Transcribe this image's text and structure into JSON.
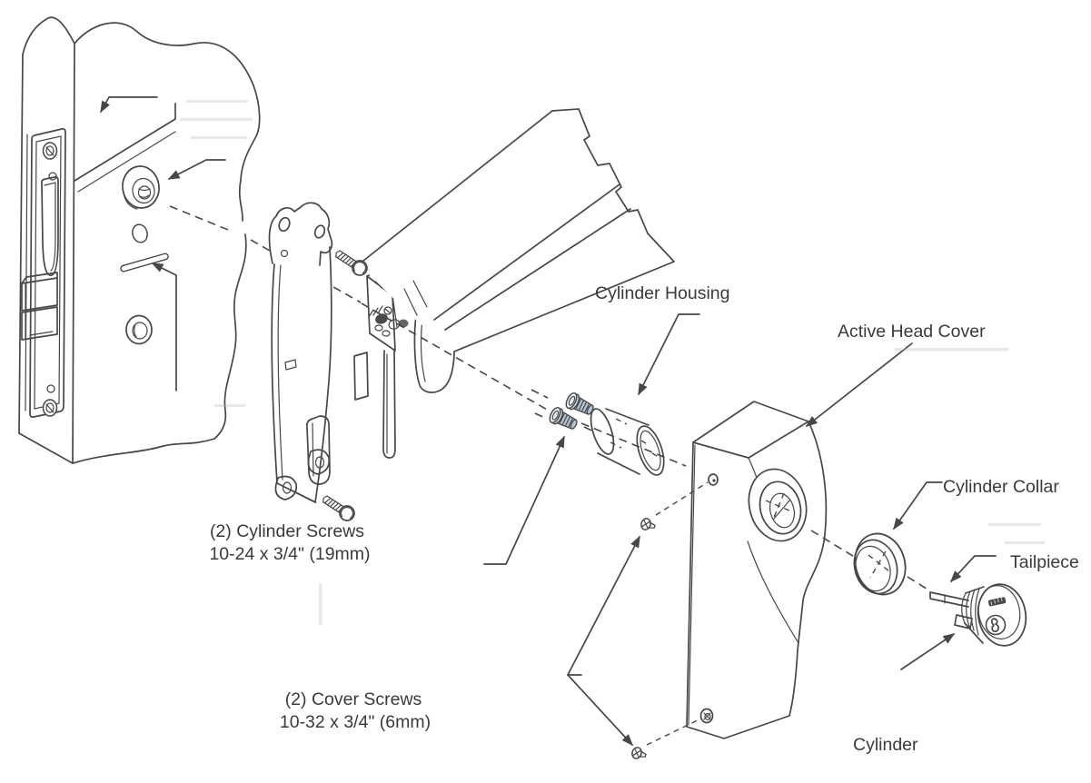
{
  "diagram": {
    "type": "exploded-assembly-technical-illustration",
    "subject": "Exit device / mortise lock cylinder installation",
    "background_color": "#ffffff",
    "line_color": "#474747",
    "text_color": "#3a3a3a",
    "screw_shade_color": "#b4c3d2",
    "labels": {
      "cylinder_housing": "Cylinder Housing",
      "active_head_cover": "Active Head Cover",
      "cylinder_collar": "Cylinder Collar",
      "tailpiece": "Tailpiece",
      "cylinder": "Cylinder",
      "cylinder_screws": {
        "line1": "(2) Cylinder Screws",
        "line2": "10-24 x 3/4\" (19mm)"
      },
      "cover_screws": {
        "line1": "(2) Cover Screws",
        "line2": "10-32 x 3/4\" (6mm)"
      }
    }
  }
}
